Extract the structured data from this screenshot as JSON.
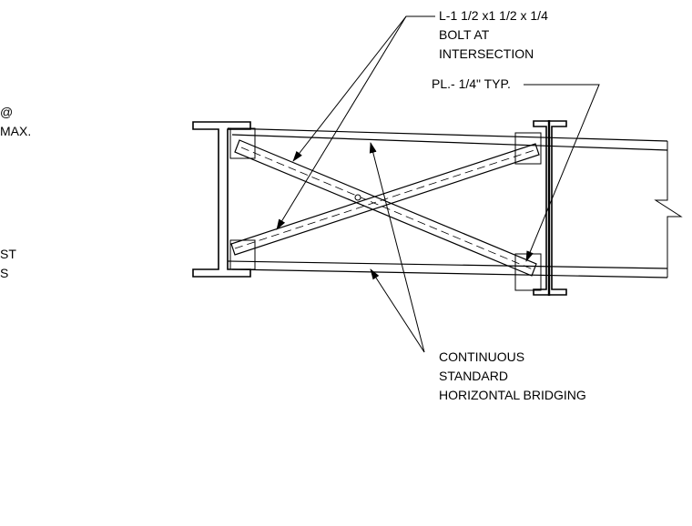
{
  "drawing": {
    "left_note": {
      "lines": [
        "@",
        "MAX.",
        "ST",
        "S"
      ]
    },
    "angle_callout": {
      "lines": [
        "L-1 1/2 x1 1/2 x 1/4",
        "BOLT AT",
        "INTERSECTION"
      ]
    },
    "plate_callout": {
      "text": "PL.- 1/4\" TYP."
    },
    "bridging_callout": {
      "lines": [
        "CONTINUOUS",
        "STANDARD",
        "HORIZONTAL BRIDGING"
      ]
    },
    "colors": {
      "ink": "#000000",
      "background": "#ffffff"
    }
  }
}
